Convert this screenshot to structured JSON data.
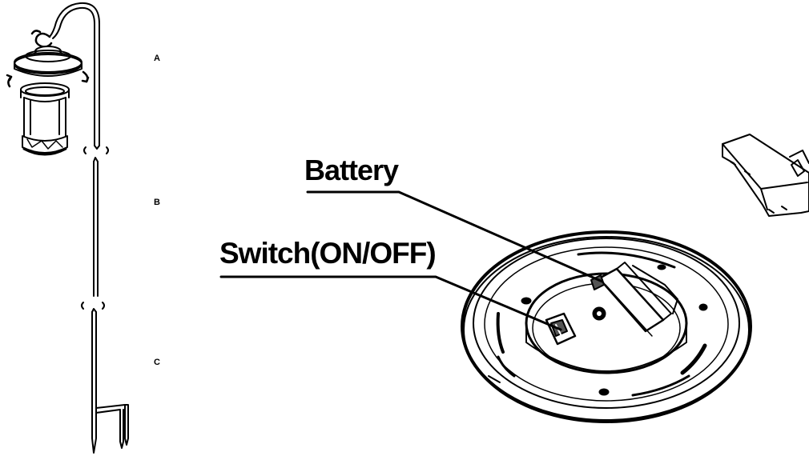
{
  "parts": {
    "a": "A",
    "b": "B",
    "c": "C"
  },
  "callouts": {
    "battery": "Battery",
    "switch": "Switch(ON/OFF)"
  },
  "colors": {
    "ink": "#000000",
    "paper": "#ffffff",
    "shade": "#555555"
  }
}
